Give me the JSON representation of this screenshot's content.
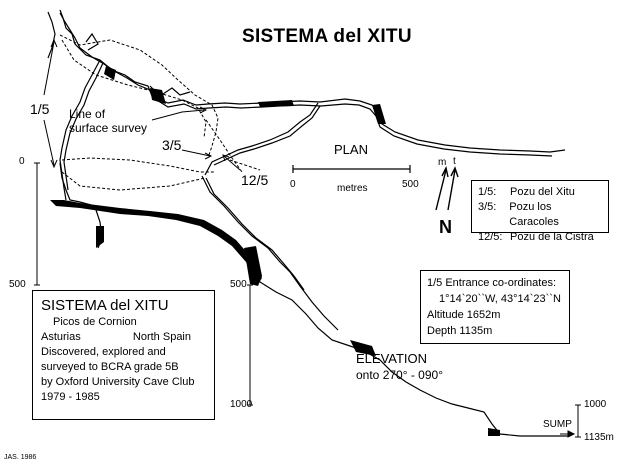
{
  "title": "SISTEMA del  XITU",
  "plan_label": "PLAN",
  "elevation_label": "ELEVATION",
  "elevation_projection": "onto 270° - 090°",
  "scale_bar": {
    "start": "0",
    "unit": "metres",
    "end": "500"
  },
  "north": {
    "magnetic": "m",
    "true": "t",
    "label": "N"
  },
  "survey_line": {
    "line1": "Line of",
    "line2": "surface survey"
  },
  "entrance_labels": {
    "e1": "1/5",
    "e3": "3/5",
    "e12": "12/5"
  },
  "depth_scale_left": {
    "zero": "0",
    "five_hundred": "500"
  },
  "depth_scale_mid": {
    "five_hundred": "500",
    "thousand": "1000"
  },
  "depth_scale_right": {
    "thousand": "1000",
    "bottom": "1135m"
  },
  "sump_label": "SUMP",
  "legend": [
    {
      "code": "1/5:",
      "name": "Pozu del Xitu"
    },
    {
      "code": "3/5:",
      "name": "Pozu los Caracoles"
    },
    {
      "code": "12/5:",
      "name": "Pozu de la Cistra"
    }
  ],
  "coordinates_box": {
    "heading": "1/5 Entrance co-ordinates:",
    "coords": "1°14`20``W, 43°14`23``N",
    "altitude": "Altitude 1652m",
    "depth": "Depth   1135m"
  },
  "info_box": {
    "name": "SISTEMA del XITU",
    "region": "Picos de Cornion",
    "province": "Asturias",
    "country": "North Spain",
    "line1": "Discovered, explored and",
    "line2": "surveyed to BCRA grade 5B",
    "line3": "by Oxford University Cave Club",
    "line4": "1979 - 1985"
  },
  "signature": "JAS. 1986",
  "colors": {
    "ink": "#000000",
    "paper": "#ffffff"
  }
}
